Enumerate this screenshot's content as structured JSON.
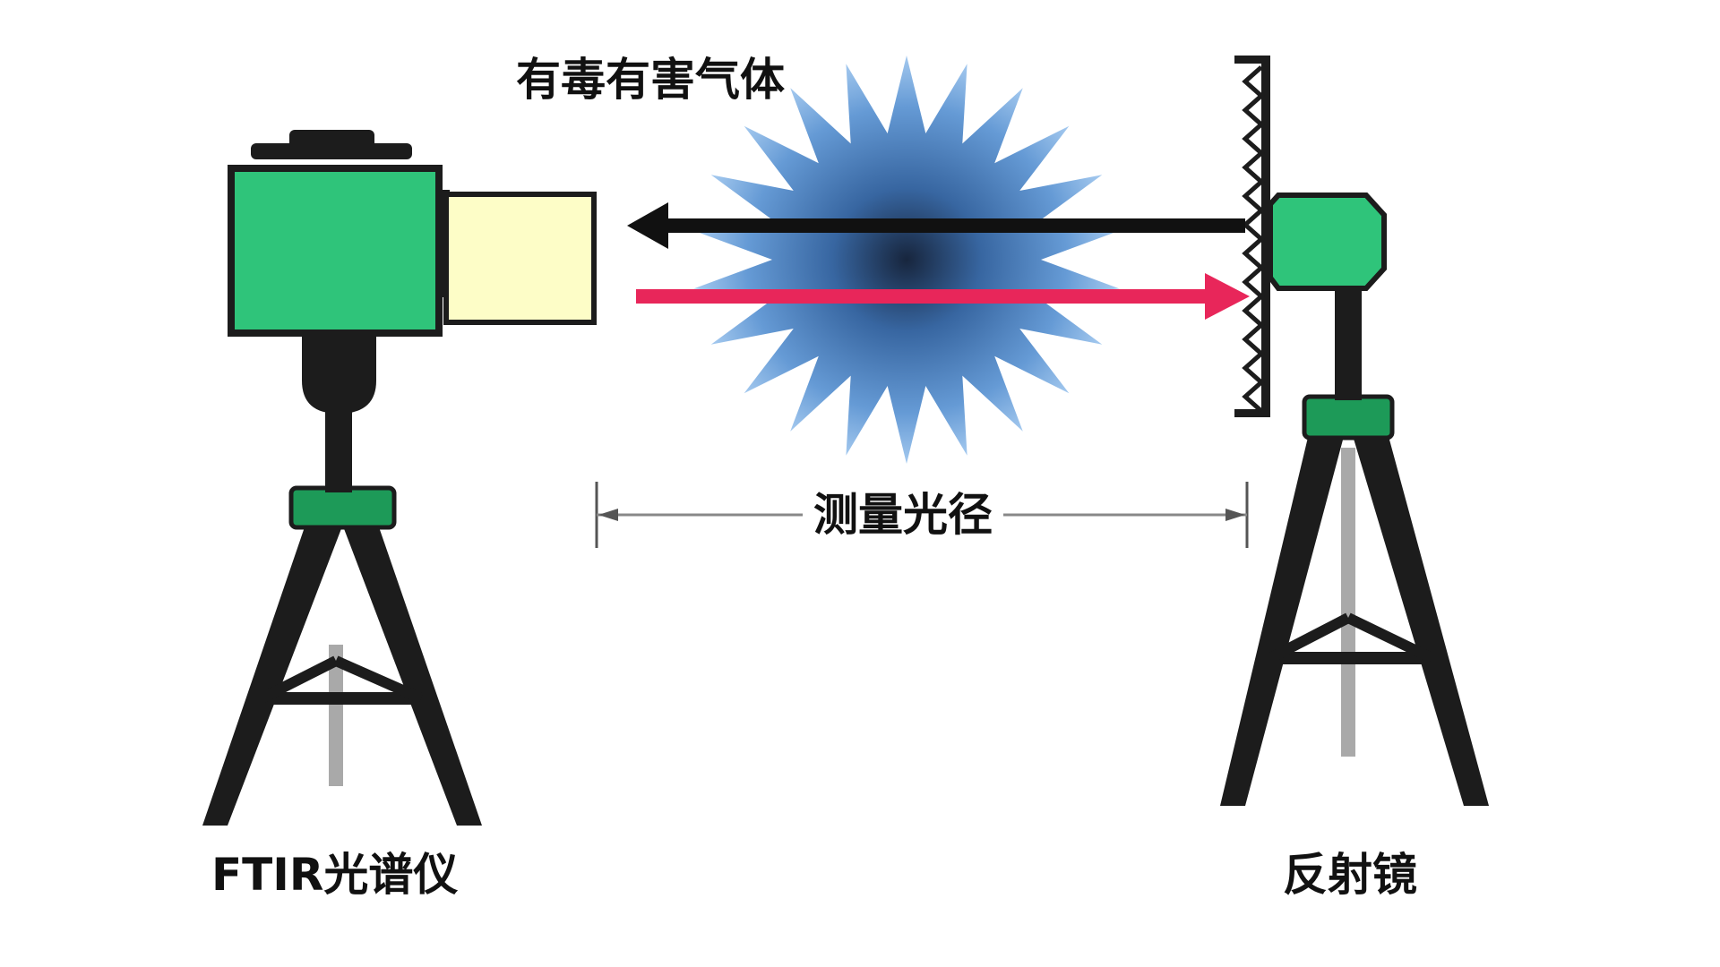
{
  "labels": {
    "gas": "有毒有害气体",
    "path": "测量光径",
    "spectrometer": "FTIR光谱仪",
    "mirror": "反射镜"
  },
  "colors": {
    "device_green": "#2fc47a",
    "dark_green": "#1d9a58",
    "window_yellow": "#fdfdc7",
    "frame_black": "#1c1c1c",
    "beam_return": "#111111",
    "beam_out": "#e8265a",
    "gas_cloud": "#4c86c9",
    "pole_gray": "#a9a9a9"
  },
  "icons": {
    "gas": "starburst-cloud",
    "arrow_return": "arrow-left",
    "arrow_out": "arrow-right"
  }
}
